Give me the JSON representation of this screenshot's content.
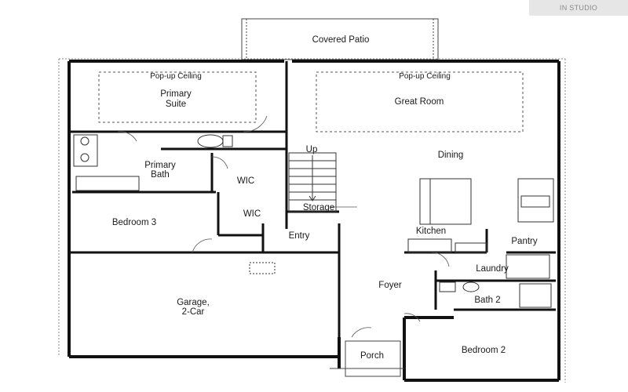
{
  "badge": {
    "text": "IN STUDIO"
  },
  "rooms": {
    "covered_patio": "Covered Patio",
    "popup_ceiling_primary": "Pop-up Ceiling",
    "primary_suite_line1": "Primary",
    "primary_suite_line2": "Suite",
    "popup_ceiling_great": "Pop-up Ceiling",
    "great_room": "Great Room",
    "dining": "Dining",
    "up": "Up",
    "primary_bath_line1": "Primary",
    "primary_bath_line2": "Bath",
    "wic_upper": "WIC",
    "wic_lower": "WIC",
    "storage": "Storage",
    "bedroom3": "Bedroom 3",
    "entry": "Entry",
    "kitchen": "Kitchen",
    "pantry": "Pantry",
    "laundry": "Laundry",
    "foyer": "Foyer",
    "garage_line1": "Garage,",
    "garage_line2": "2-Car",
    "bath2": "Bath 2",
    "bedroom2": "Bedroom 2",
    "porch": "Porch"
  }
}
